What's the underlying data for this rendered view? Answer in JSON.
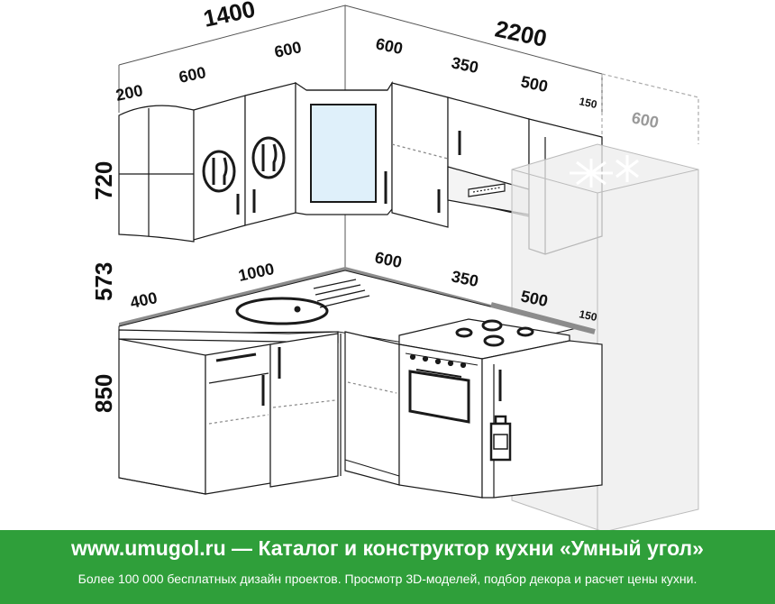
{
  "dimensions": {
    "total_left": "1400",
    "total_right": "2200",
    "upper_top_200": "200",
    "upper_top_600_a": "600",
    "upper_top_600_b": "600",
    "upper_top_600_c": "600",
    "upper_top_350": "350",
    "upper_top_500": "500",
    "upper_top_150": "150",
    "fridge_depth": "600",
    "height_upper": "720",
    "height_gap": "573",
    "height_base": "850",
    "counter_400": "400",
    "counter_1000": "1000",
    "counter_600": "600",
    "counter_350": "350",
    "counter_500": "500",
    "counter_150": "150"
  },
  "footer": {
    "title": "www.umugol.ru  —  Каталог и конструктор кухни «Умный угол»",
    "subtitle": "Более 100 000 бесплатных дизайн проектов. Просмотр 3D-моделей, подбор декора и расчет цены кухни."
  },
  "colors": {
    "footer_bg": "#2f9f3a",
    "line": "#1a1a1a",
    "countertop_edge": "#8c8c8c",
    "fridge_fill": "#ececec"
  }
}
